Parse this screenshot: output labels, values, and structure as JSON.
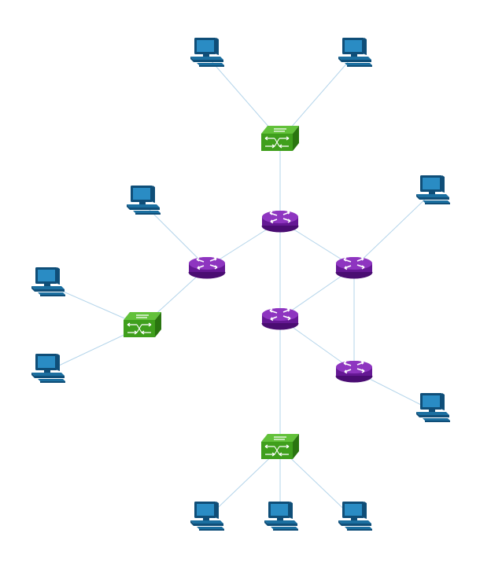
{
  "diagram": {
    "type": "network-topology",
    "colors": {
      "link": "#b3d4ea",
      "router": "#6a1b9a",
      "router_dark": "#4a0d72",
      "router_top": "#8e35c0",
      "switch": "#3f9f1c",
      "switch_dark": "#2a7510",
      "switch_light": "#62c13a",
      "computer": "#1b6fa0",
      "computer_dark": "#0f4e78",
      "computer_screen": "#2a8cc4"
    },
    "nodes": [
      {
        "id": "pc1",
        "kind": "computer",
        "icon": "computer-icon"
      },
      {
        "id": "pc2",
        "kind": "computer",
        "icon": "computer-icon"
      },
      {
        "id": "sw-top",
        "kind": "switch",
        "icon": "switch-icon"
      },
      {
        "id": "r-top",
        "kind": "router",
        "icon": "router-icon"
      },
      {
        "id": "pc3",
        "kind": "computer",
        "icon": "computer-icon"
      },
      {
        "id": "r-left",
        "kind": "router",
        "icon": "router-icon"
      },
      {
        "id": "pc-right-top",
        "kind": "computer",
        "icon": "computer-icon"
      },
      {
        "id": "r-right",
        "kind": "router",
        "icon": "router-icon"
      },
      {
        "id": "pc4",
        "kind": "computer",
        "icon": "computer-icon"
      },
      {
        "id": "sw-left",
        "kind": "switch",
        "icon": "switch-icon"
      },
      {
        "id": "r-center",
        "kind": "router",
        "icon": "router-icon"
      },
      {
        "id": "pc5",
        "kind": "computer",
        "icon": "computer-icon"
      },
      {
        "id": "r-lower-right",
        "kind": "router",
        "icon": "router-icon"
      },
      {
        "id": "pc-right-bottom",
        "kind": "computer",
        "icon": "computer-icon"
      },
      {
        "id": "sw-bottom",
        "kind": "switch",
        "icon": "switch-icon"
      },
      {
        "id": "pc6",
        "kind": "computer",
        "icon": "computer-icon"
      },
      {
        "id": "pc7",
        "kind": "computer",
        "icon": "computer-icon"
      },
      {
        "id": "pc8",
        "kind": "computer",
        "icon": "computer-icon"
      }
    ],
    "links": [
      [
        "pc1",
        "sw-top"
      ],
      [
        "pc2",
        "sw-top"
      ],
      [
        "sw-top",
        "r-top"
      ],
      [
        "r-top",
        "r-left"
      ],
      [
        "r-top",
        "r-right"
      ],
      [
        "r-top",
        "r-center"
      ],
      [
        "pc3",
        "r-left"
      ],
      [
        "r-left",
        "sw-left"
      ],
      [
        "pc4",
        "sw-left"
      ],
      [
        "pc5",
        "sw-left"
      ],
      [
        "pc-right-top",
        "r-right"
      ],
      [
        "r-right",
        "r-center"
      ],
      [
        "r-right",
        "r-lower-right"
      ],
      [
        "r-center",
        "r-lower-right"
      ],
      [
        "r-lower-right",
        "pc-right-bottom"
      ],
      [
        "r-center",
        "sw-bottom"
      ],
      [
        "sw-bottom",
        "pc6"
      ],
      [
        "sw-bottom",
        "pc7"
      ],
      [
        "sw-bottom",
        "pc8"
      ]
    ]
  }
}
